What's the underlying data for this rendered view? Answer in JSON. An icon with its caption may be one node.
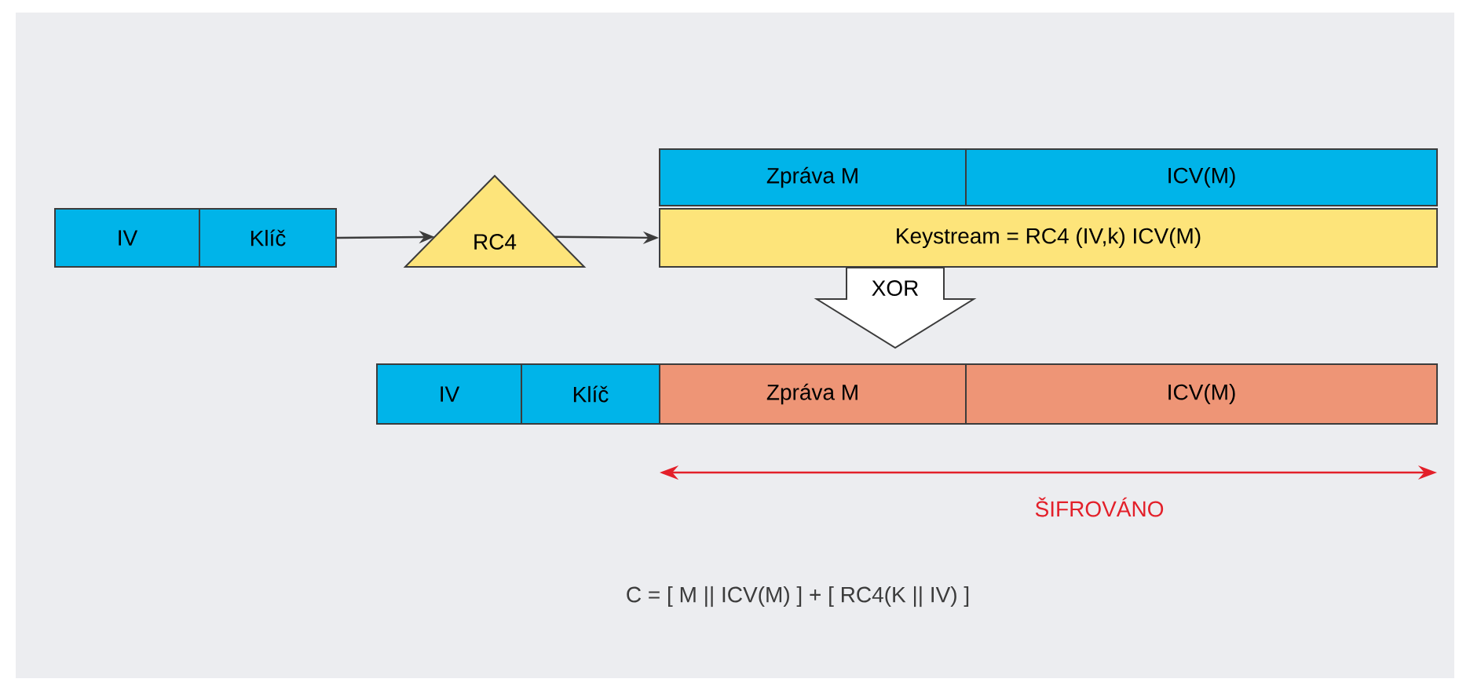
{
  "diagram": {
    "nodes": [
      {
        "text": [
          "IV"
        ]
      },
      {
        "text": [
          "Klíč"
        ]
      },
      {
        "text": [
          "RC4"
        ]
      },
      {
        "text": [
          "Zpráva M"
        ]
      },
      {
        "text": [
          "ICV(M)"
        ]
      },
      {
        "text": [
          "Keystream = RC4 (IV,k) ICV(M)"
        ]
      },
      {
        "text": [
          "IV"
        ]
      },
      {
        "text": [
          "Klíč"
        ]
      },
      {
        "text": [
          "Zpráva M"
        ]
      },
      {
        "text": [
          "ICV(M)"
        ]
      }
    ],
    "edges": [
      {
        "from": 1,
        "to": 2,
        "arrow": "to"
      },
      {
        "from": 2,
        "to": 5,
        "arrow": "to"
      },
      {
        "from": 5,
        "to": 8,
        "arrow": "to",
        "label": "XOR"
      }
    ],
    "labels": [
      "ŠIFROVÁNO",
      "C = [ M || ICV(M) ] + [ RC4(K || IV) ]"
    ]
  }
}
